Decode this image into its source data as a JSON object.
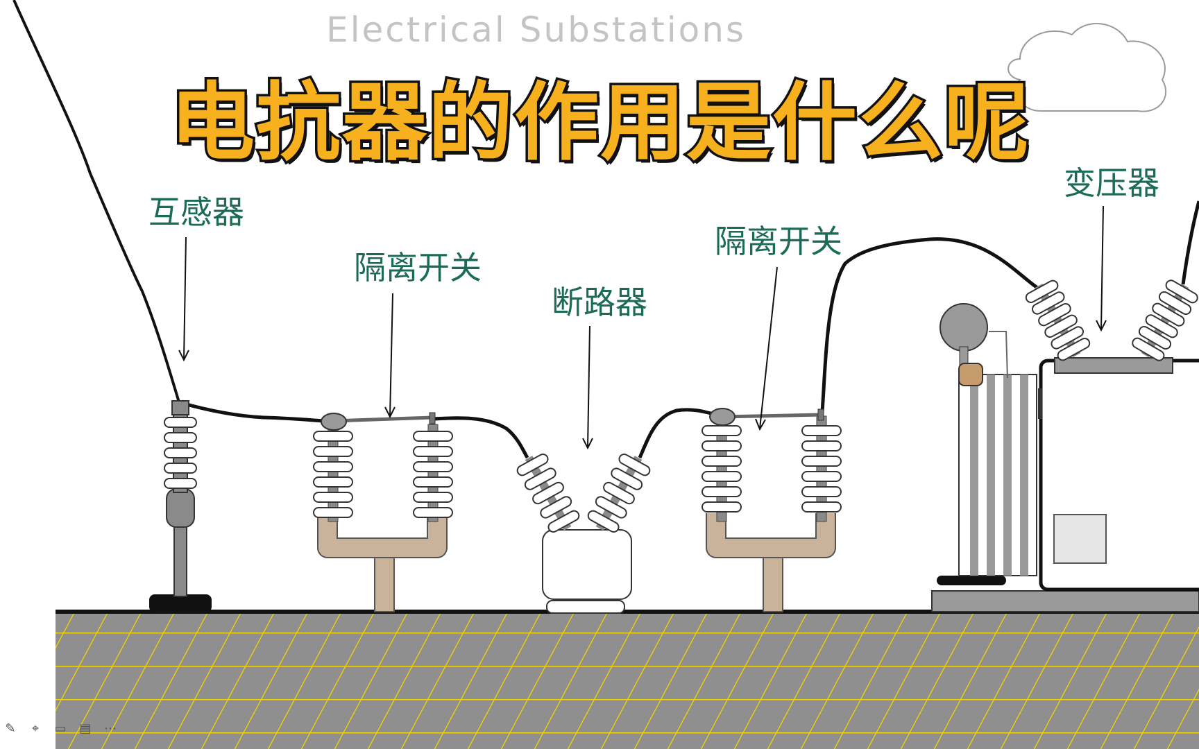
{
  "header": {
    "subtitle": "Electrical Substations",
    "title": "电抗器的作用是什么呢"
  },
  "labels": {
    "transformer_ct": "互感器",
    "disconnector_1": "隔离开关",
    "breaker": "断路器",
    "disconnector_2": "隔离开关",
    "power_transformer": "变压器"
  },
  "colors": {
    "title_fill": "#f7b01e",
    "label_text": "#1c6b57",
    "ground_grid": "#f2d200",
    "ground_fill": "#8f8f8f",
    "insulator": "#ffffff",
    "support": "#c9b39a"
  },
  "toolbar": {
    "icons": [
      "pen-icon",
      "screenshot-icon",
      "camera-icon",
      "comment-icon",
      "more-icon"
    ]
  }
}
